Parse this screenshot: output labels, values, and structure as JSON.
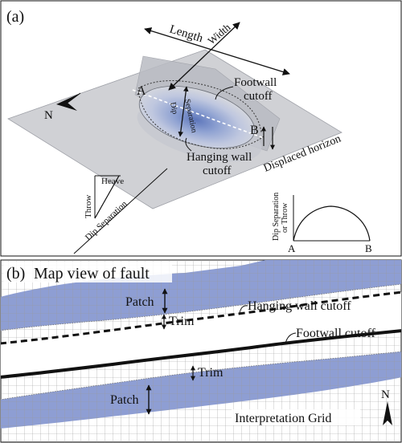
{
  "panel_a": {
    "label": "(a)",
    "length": "Length",
    "width": "Width",
    "a": "A",
    "b": "B",
    "north": "N",
    "footwall_1": "Footwall",
    "footwall_2": "cutoff",
    "hanging_1": "Hanging wall",
    "hanging_2": "cutoff",
    "dip_sep_1": "Dip",
    "dip_sep_2": "Separation",
    "displaced_horizon": "Displaced horizon",
    "heave": "Heave",
    "throw": "Throw",
    "dip_separation": "Dip Separation",
    "plot_ylabel_1": "Dip Separation",
    "plot_ylabel_2": "or Throw",
    "plot_a": "A",
    "plot_b": "B"
  },
  "panel_b": {
    "label": "(b)",
    "title": "Map view of fault",
    "patch_top": "Patch",
    "trim_top": "Trim",
    "hanging_wall_cutoff": "Hanging wall cutoff",
    "footwall_cutoff": "Footwall cutoff",
    "trim_bottom": "Trim",
    "patch_bottom": "Patch",
    "north": "N",
    "interpretation_grid": "Interpretation Grid"
  },
  "colors": {
    "patch_fill": "#8e9ed3",
    "plane_fill": "#d0d1d5",
    "fault_plane": "#b9bbc2",
    "ellipse_core": "#6f86c4",
    "grid": "#9a9a9a"
  }
}
